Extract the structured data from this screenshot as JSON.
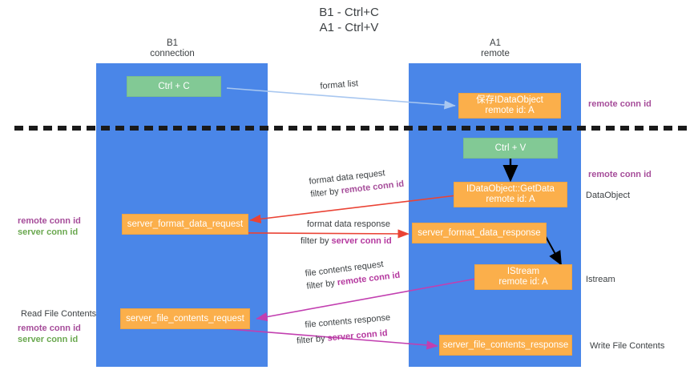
{
  "title": {
    "line1": "B1 - Ctrl+C",
    "line2": "A1 - Ctrl+V"
  },
  "columns": [
    {
      "name": "B1",
      "role": "connection"
    },
    {
      "name": "A1",
      "role": "remote"
    }
  ],
  "colors": {
    "lane": "#4a86e8",
    "green_node": "#82c995",
    "orange_node": "#fbaf4b",
    "purple_text": "#a64d9a",
    "green_text": "#6aa84f",
    "magenta_text": "#b5399f",
    "red_arrow": "#ea4335",
    "blue_arrow": "#a8c7f0",
    "magenta_arrow": "#c23fb0",
    "black_arrow": "#000000",
    "divider": "#1a1a1a"
  },
  "nodes": {
    "ctrl_c": "Ctrl + C",
    "ctrl_v": "Ctrl + V",
    "save_data_object_l1": "保存IDataObject",
    "save_data_object_l2": "remote id: A",
    "get_data_l1": "IDataObject::GetData",
    "get_data_l2": "remote id: A",
    "istream_l1": "IStream",
    "istream_l2": "remote id: A",
    "server_format_data_request": "server_format_data_request",
    "server_format_data_response": "server_format_data_response",
    "server_file_contents_request": "server_file_contents_request",
    "server_file_contents_response": "server_file_contents_response"
  },
  "arrow_labels": {
    "format_list": "format list",
    "format_data_request": "format data request",
    "format_data_request_filter_prefix": "filter by ",
    "format_data_request_filter_key": "remote conn id",
    "format_data_response": "format data response",
    "format_data_response_filter_prefix": "filter by ",
    "format_data_response_filter_key": "server conn id",
    "file_contents_request": "file contents request",
    "file_contents_request_filter_prefix": "filter by ",
    "file_contents_request_filter_key": "remote conn id",
    "file_contents_response": "file contents response",
    "file_contents_response_filter_prefix": "filter by ",
    "file_contents_response_filter_key": "server conn id"
  },
  "right_labels": {
    "remote_conn_id_top": "remote conn id",
    "remote_conn_id_mid": "remote conn id",
    "data_object": "DataObject",
    "istream": "Istream",
    "write_file_contents": "Write File Contents"
  },
  "left_labels": {
    "remote_conn_id_mid": "remote conn id",
    "server_conn_id_mid": "server conn id",
    "read_file_contents": "Read File Contents",
    "remote_conn_id_bottom": "remote conn id",
    "server_conn_id_bottom": "server conn id"
  }
}
